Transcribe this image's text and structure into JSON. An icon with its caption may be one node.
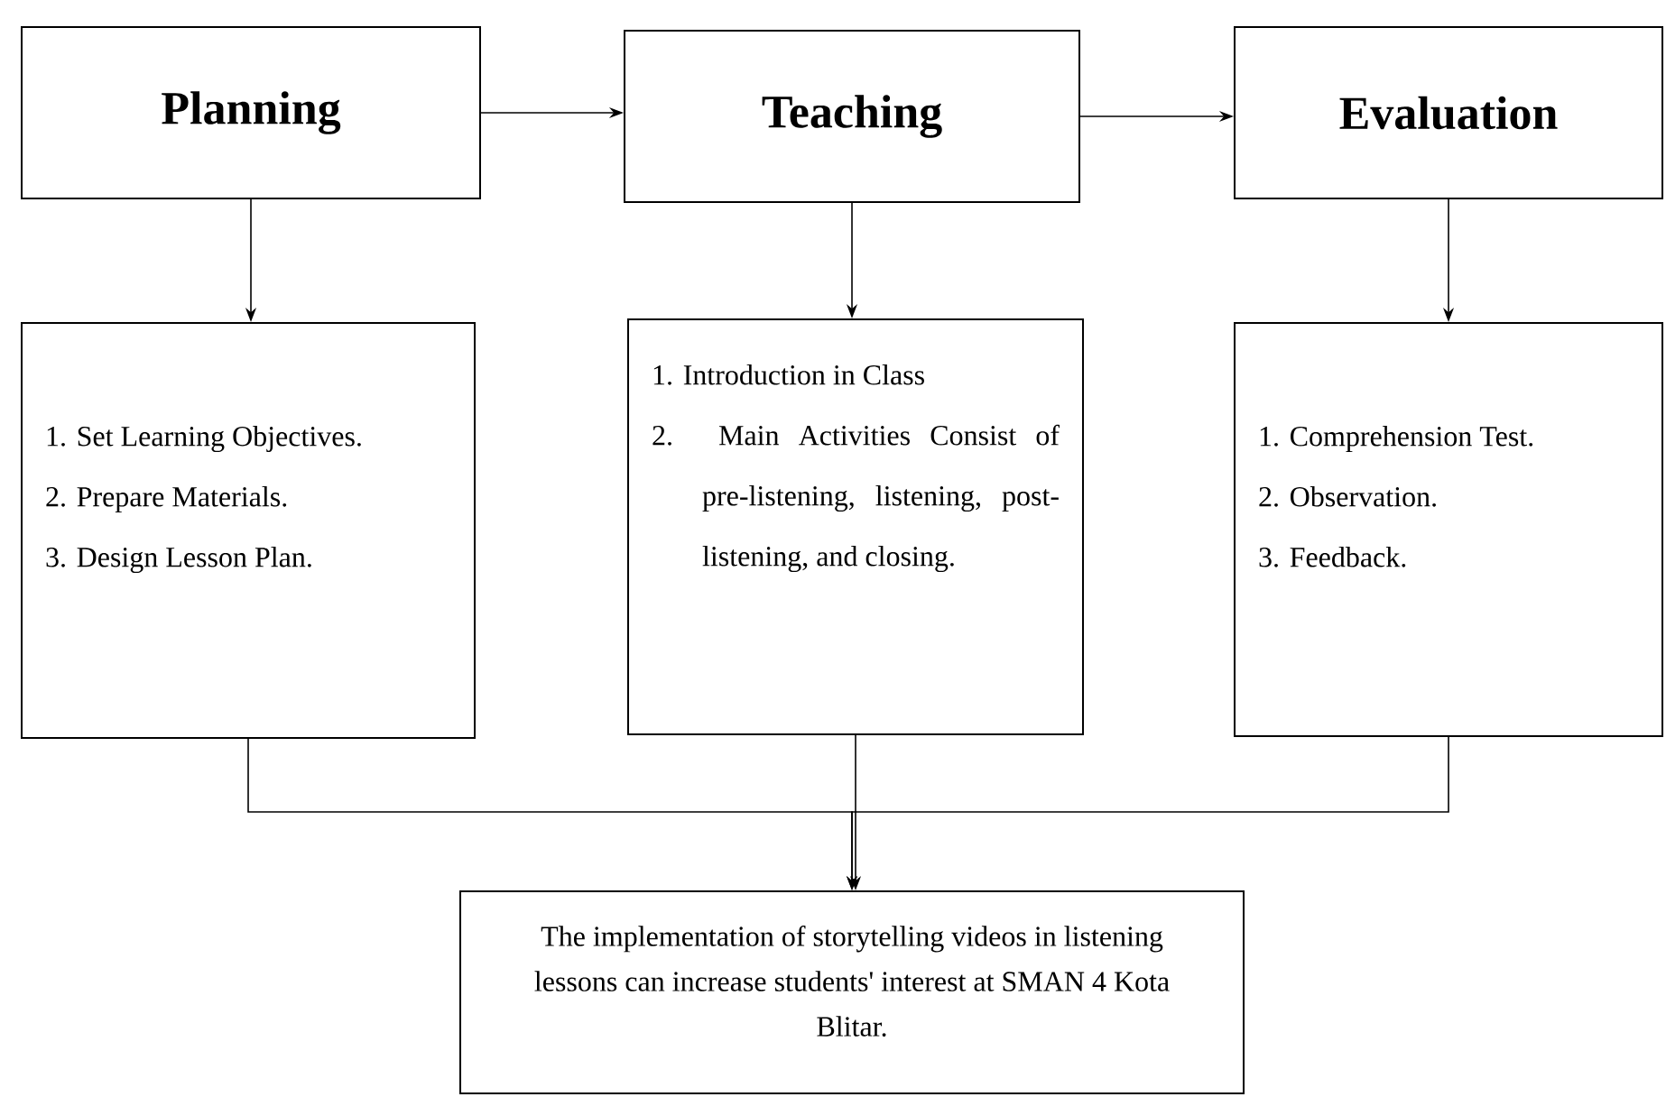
{
  "diagram": {
    "nodes": [
      {
        "text": [
          "Planning"
        ]
      },
      {
        "text": [
          "Teaching"
        ]
      },
      {
        "text": [
          "Evaluation"
        ]
      },
      {
        "text": [
          "1. Set Learning Objectives.",
          "2. Prepare Materials.",
          "3. Design Lesson Plan."
        ]
      },
      {
        "text": [
          "1. Introduction in Class",
          "2. Main Activities Consist of pre-listening, listening, post-listening, and closing."
        ]
      },
      {
        "text": [
          "1. Comprehension Test.",
          "2. Observation.",
          "3. Feedback."
        ]
      },
      {
        "text": [
          "The implementation of storytelling videos in listening lessons can increase students' interest at SMAN 4 Kota Blitar."
        ]
      }
    ],
    "edges": [
      {
        "from": 0,
        "to": 1,
        "arrow": "to"
      },
      {
        "from": 1,
        "to": 2,
        "arrow": "to"
      },
      {
        "from": 0,
        "to": 3,
        "arrow": "to"
      },
      {
        "from": 1,
        "to": 4,
        "arrow": "to"
      },
      {
        "from": 2,
        "to": 5,
        "arrow": "to"
      },
      {
        "from": 3,
        "to": 6,
        "arrow": "to"
      },
      {
        "from": 4,
        "to": 6,
        "arrow": "to"
      },
      {
        "from": 5,
        "to": 6,
        "arrow": "to"
      }
    ]
  }
}
